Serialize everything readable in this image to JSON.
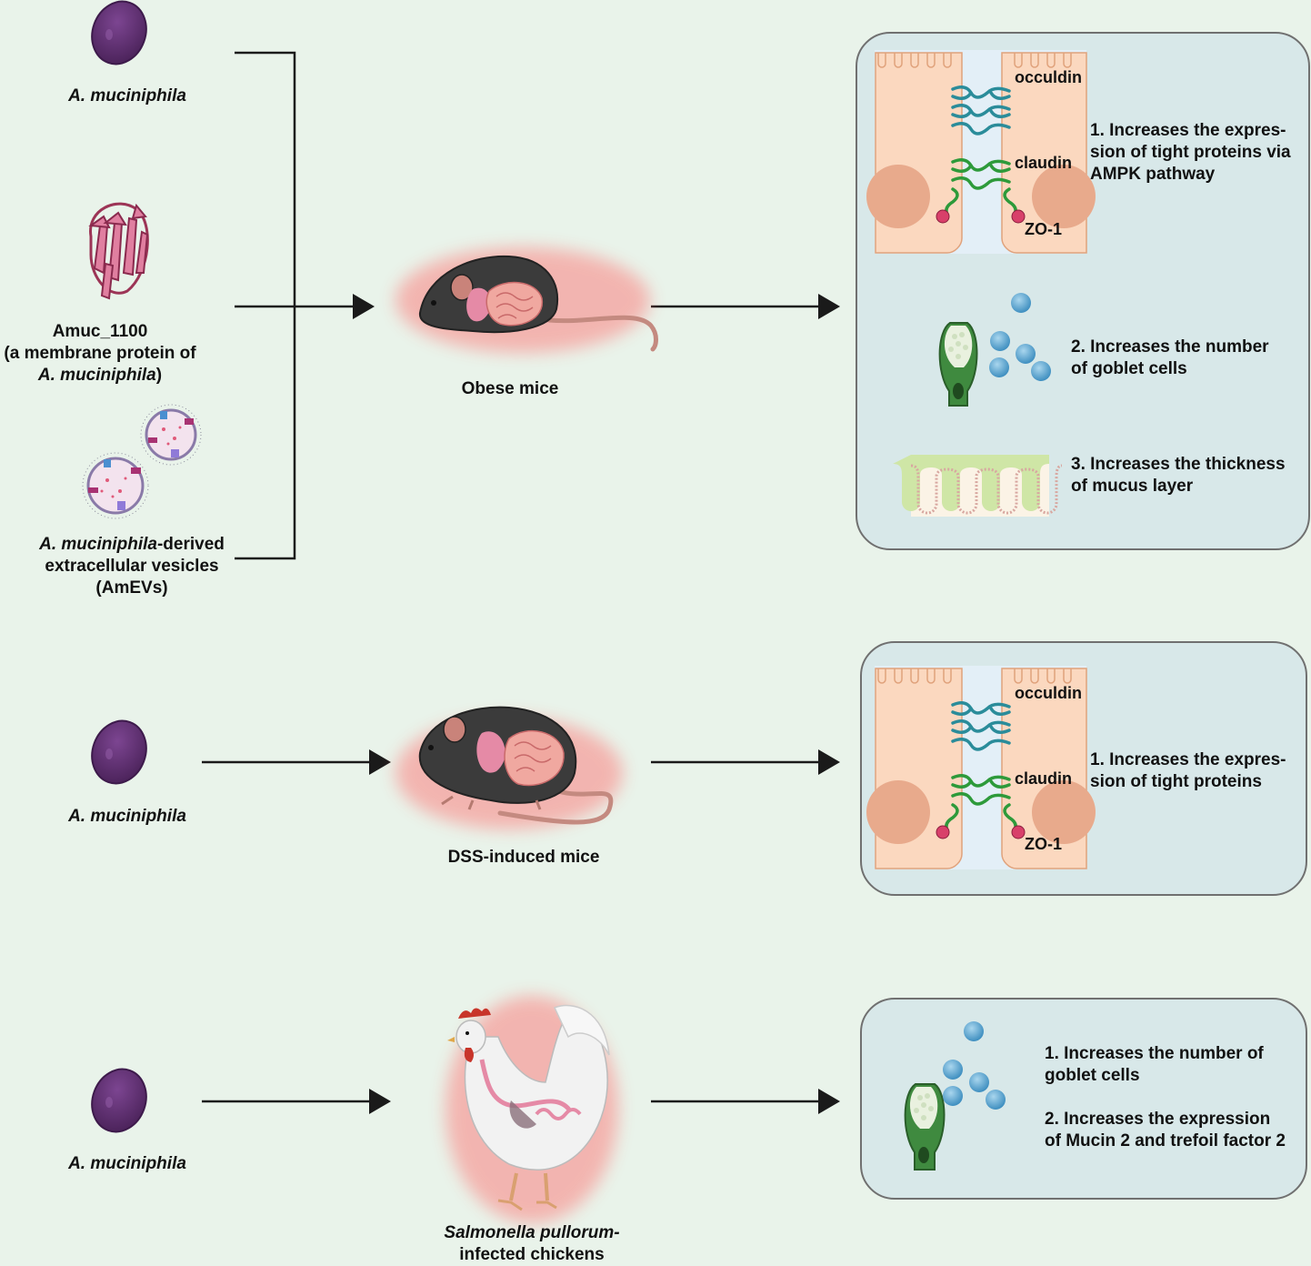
{
  "inputs": {
    "akk_1": "A. muciniphila",
    "amuc_line1": "Amuc_1100",
    "amuc_line2": "(a membrane protein of",
    "amuc_line3_italic": "A. muciniphila",
    "amuc_line3_tail": ")",
    "amevs_line1_italic": "A. muciniphila",
    "amevs_line1_tail": "-derived",
    "amevs_line2": "extracellular vesicles",
    "amevs_line3": "(AmEVs)",
    "akk_2": "A. muciniphila",
    "akk_3": "A. muciniphila"
  },
  "models": {
    "obese": "Obese mice",
    "dss": "DSS-induced mice",
    "chicken_line1": "Salmonella pullorum-",
    "chicken_line2": "infected chickens"
  },
  "panel1": {
    "occludin": "occuldin",
    "claudin": "claudin",
    "zo1": "ZO-1",
    "effect1_line1": "1. Increases the expres-",
    "effect1_line2": "sion of tight proteins via",
    "effect1_line3": "AMPK pathway",
    "effect2_line1": "2. Increases the number",
    "effect2_line2": "of goblet cells",
    "effect3_line1": "3. Increases the thickness",
    "effect3_line2": "of mucus layer"
  },
  "panel2": {
    "occludin": "occuldin",
    "claudin": "claudin",
    "zo1": "ZO-1",
    "effect1_line1": "1. Increases the expres-",
    "effect1_line2": "sion of tight proteins"
  },
  "panel3": {
    "effect1_line1": "1. Increases the number of",
    "effect1_line2": "goblet cells",
    "effect2_line1": "2. Increases the expression",
    "effect2_line2": "of Mucin 2 and trefoil factor 2"
  },
  "colors": {
    "background": "#e9f3ea",
    "panel": "#d8e8e9",
    "bacterium": "#5b2d6e",
    "cell": "#fbd8bf",
    "occludin": "#2a8c9a",
    "claudin": "#2d9a3a",
    "zo1": "#d8406a",
    "goblet": "#3f8a3f",
    "mucin_ball": "#5aa7d0",
    "glow": "#ff5a5a"
  },
  "icons": [
    "bacterium-icon",
    "protein-icon",
    "vesicle-icon",
    "mouse-icon",
    "chicken-icon",
    "tight-junction-icon",
    "goblet-cell-icon",
    "mucus-layer-icon",
    "arrow-icon"
  ]
}
